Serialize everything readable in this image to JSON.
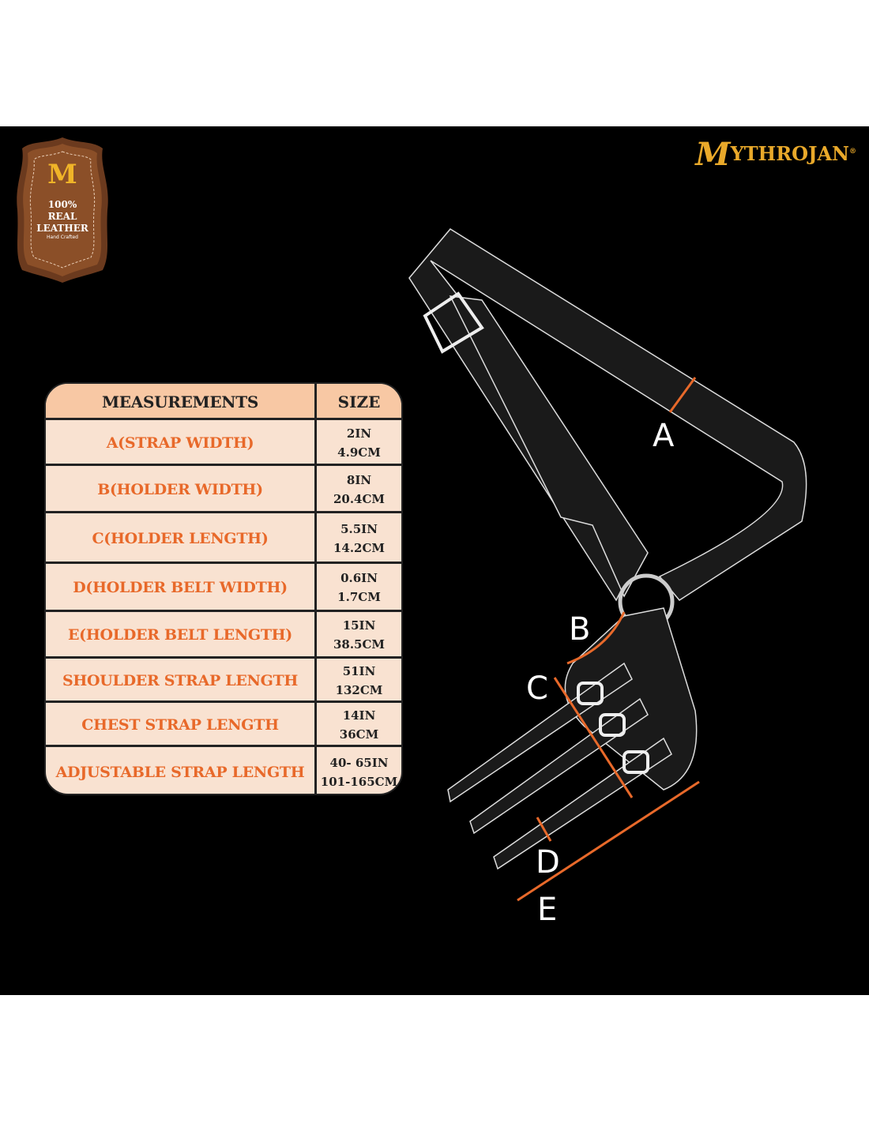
{
  "badge": {
    "line1": "100%",
    "line2": "REAL",
    "line3": "LEATHER",
    "sub": "Hand Crafted",
    "monogram": "M"
  },
  "brand": {
    "initial": "M",
    "rest": "YTHROJAN",
    "reg": "®"
  },
  "table": {
    "headers": [
      "MEASUREMENTS",
      "SIZE"
    ],
    "rows": [
      {
        "label": "A(STRAP WIDTH)",
        "in": "2IN",
        "cm": "4.9CM"
      },
      {
        "label": "B(HOLDER WIDTH)",
        "in": "8IN",
        "cm": "20.4CM"
      },
      {
        "label": "C(HOLDER LENGTH)",
        "in": "5.5IN",
        "cm": "14.2CM"
      },
      {
        "label": "D(HOLDER BELT WIDTH)",
        "in": "0.6IN",
        "cm": "1.7CM"
      },
      {
        "label": "E(HOLDER BELT LENGTH)",
        "in": "15IN",
        "cm": "38.5CM"
      },
      {
        "label": "SHOULDER STRAP LENGTH",
        "in": "51IN",
        "cm": "132CM"
      },
      {
        "label": "CHEST STRAP LENGTH",
        "in": "14IN",
        "cm": "36CM"
      },
      {
        "label": "ADJUSTABLE STRAP LENGTH",
        "in": "40- 65IN",
        "cm": "101-165CM"
      }
    ]
  },
  "diagram": {
    "labels": [
      "A",
      "B",
      "C",
      "D",
      "E"
    ],
    "accent": "#e8692a"
  }
}
